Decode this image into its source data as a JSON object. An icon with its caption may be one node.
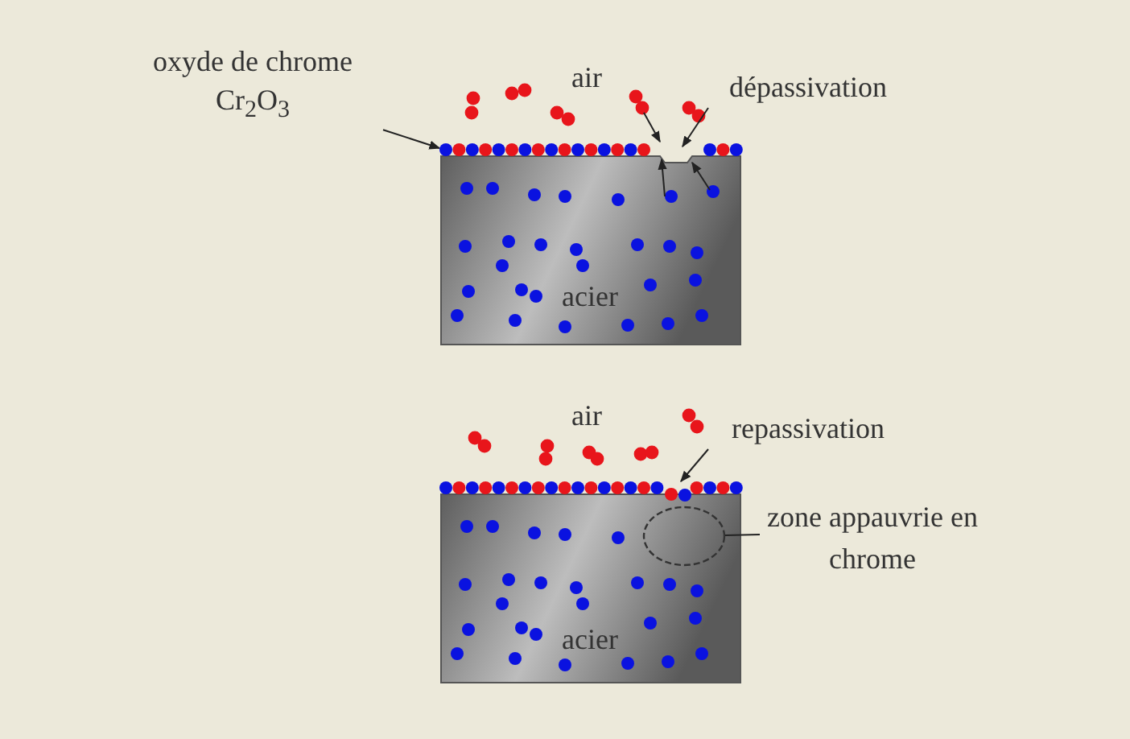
{
  "diagram": {
    "nodes": [
      {
        "text": [
          "oxyde de chrome",
          "Cr$_{2}$O$_{3}$"
        ]
      },
      {
        "text": [],
        "shape": "bar"
      },
      {
        "text": [
          "dépassivation"
        ]
      },
      {
        "text": [
          "repassivation"
        ]
      },
      {
        "text": [
          "zone appauvrie en chrome"
        ]
      },
      {
        "text": [],
        "shape": "ellipse"
      },
      {
        "text": [],
        "shape": "bar"
      }
    ],
    "edges": [
      {
        "from": 0,
        "to": 1,
        "arrow": "to"
      },
      {
        "from": 2,
        "to": 1,
        "arrow": "to"
      },
      {
        "from": 3,
        "to": 6,
        "arrow": "to"
      },
      {
        "from": 4,
        "to": 5,
        "arrow": "none"
      }
    ],
    "labels": [
      "air",
      "acier",
      "air",
      "acier"
    ]
  }
}
